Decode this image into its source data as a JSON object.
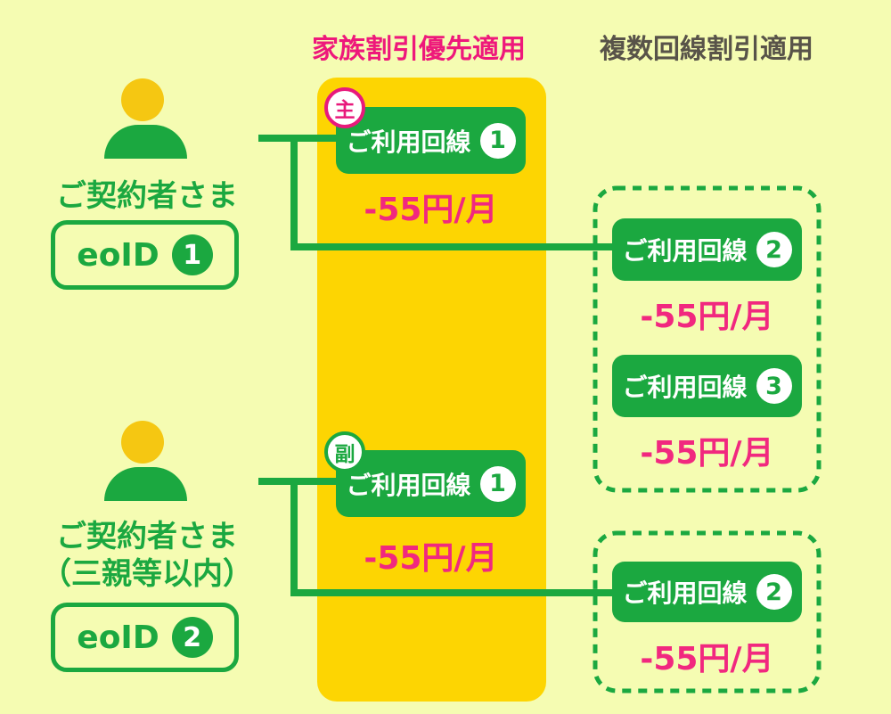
{
  "colors": {
    "background": "#f5fcb2",
    "green": "#1ba840",
    "yellow_panel": "#fdd502",
    "person_head_yellow": "#f5c712",
    "header_pink": "#ee187b",
    "discount_pink": "#f1287f",
    "header_gray": "#585349"
  },
  "headers": {
    "family_priority": "家族割引優先適用",
    "multi_line": "複数回線割引適用"
  },
  "contractor1": {
    "name": "ご契約者さま",
    "eoid": {
      "label": "eoID",
      "number": "1"
    }
  },
  "contractor2": {
    "name": "ご契約者さま",
    "note": "（三親等以内）",
    "eoid": {
      "label": "eoID",
      "number": "2"
    }
  },
  "family_panel": {
    "line1": {
      "badge": "主",
      "label": "ご利用回線",
      "number": "1",
      "discount": "-55円/月"
    },
    "line2": {
      "badge": "副",
      "label": "ご利用回線",
      "number": "1",
      "discount": "-55円/月"
    }
  },
  "multi_group1": {
    "line1": {
      "label": "ご利用回線",
      "number": "2",
      "discount": "-55円/月"
    },
    "line2": {
      "label": "ご利用回線",
      "number": "3",
      "discount": "-55円/月"
    }
  },
  "multi_group2": {
    "line1": {
      "label": "ご利用回線",
      "number": "2",
      "discount": "-55円/月"
    }
  }
}
